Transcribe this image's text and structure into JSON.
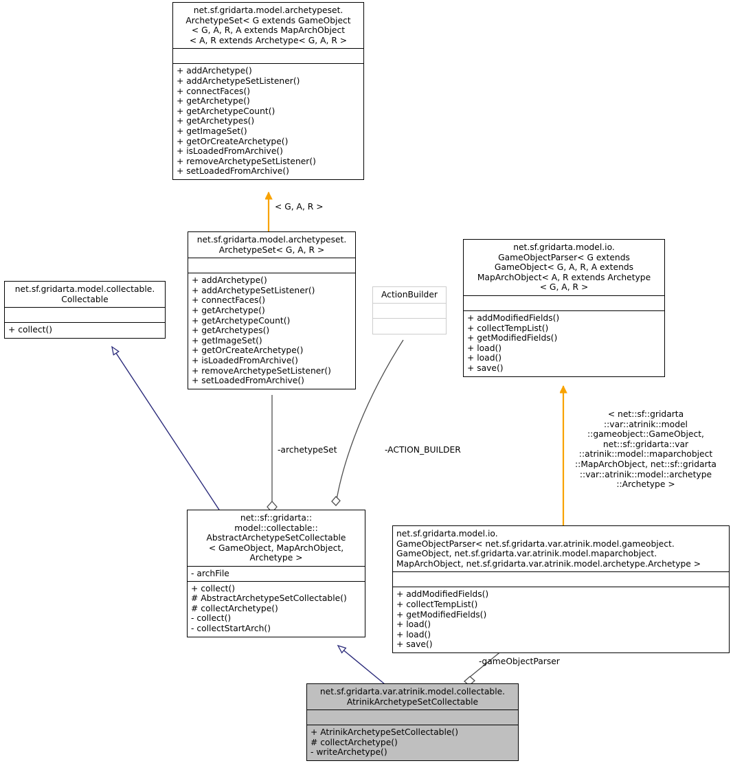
{
  "diagram": {
    "type": "uml-class-diagram",
    "background": "#ffffff",
    "colors": {
      "inheritance_template": "#f8a200",
      "inheritance": "#2a2a7a",
      "association": "#4d4d4d",
      "node_border": "#000000",
      "node_fill": "#ffffff",
      "highlight_fill": "#bfbfbf",
      "light_border": "#cccccc"
    }
  },
  "nodes": {
    "archetypeset_generic": {
      "title": "net.sf.gridarta.model.archetypeset.\nArchetypeSet< G extends GameObject\n< G, A, R, A extends MapArchObject\n < A, R extends Archetype< G, A, R >",
      "attributes": "",
      "operations": "+ addArchetype()\n+ addArchetypeSetListener()\n+ connectFaces()\n+ getArchetype()\n+ getArchetypeCount()\n+ getArchetypes()\n+ getImageSet()\n+ getOrCreateArchetype()\n+ isLoadedFromArchive()\n+ removeArchetypeSetListener()\n+ setLoadedFromArchive()"
    },
    "archetypeset_gar": {
      "title": "net.sf.gridarta.model.archetypeset.\nArchetypeSet< G, A, R >",
      "attributes": "",
      "operations": "+ addArchetype()\n+ addArchetypeSetListener()\n+ connectFaces()\n+ getArchetype()\n+ getArchetypeCount()\n+ getArchetypes()\n+ getImageSet()\n+ getOrCreateArchetype()\n+ isLoadedFromArchive()\n+ removeArchetypeSetListener()\n+ setLoadedFromArchive()"
    },
    "collectable": {
      "title": "net.sf.gridarta.model.collectable.\nCollectable",
      "attributes": "",
      "operations": "+ collect()"
    },
    "action_builder": {
      "title": "ActionBuilder",
      "attributes": "",
      "operations": ""
    },
    "gameobjectparser_generic": {
      "title": "net.sf.gridarta.model.io.\nGameObjectParser< G extends\n GameObject< G, A, R, A extends\n MapArchObject< A, R extends Archetype\n< G, A, R >",
      "attributes": "",
      "operations": "+ addModifiedFields()\n+ collectTempList()\n+ getModifiedFields()\n+ load()\n+ load()\n+ save()"
    },
    "abstract_archetypeset_collectable": {
      "title": "net::sf::gridarta::\nmodel::collectable::\nAbstractArchetypeSetCollectable\n< GameObject, MapArchObject,\nArchetype >",
      "attributes": "- archFile",
      "operations": "+ collect()\n# AbstractArchetypeSetCollectable()\n# collectArchetype()\n- collect()\n- collectStartArch()"
    },
    "gameobjectparser_atrinik": {
      "title": "net.sf.gridarta.model.io.\nGameObjectParser< net.sf.gridarta.var.atrinik.model.gameobject.\nGameObject, net.sf.gridarta.var.atrinik.model.maparchobject.\nMapArchObject, net.sf.gridarta.var.atrinik.model.archetype.Archetype >",
      "attributes": "",
      "operations": "+ addModifiedFields()\n+ collectTempList()\n+ getModifiedFields()\n+ load()\n+ load()\n+ save()"
    },
    "atrinik_archetypeset_collectable": {
      "title": "net.sf.gridarta.var.atrinik.model.collectable.\nAtrinikArchetypeSetCollectable",
      "attributes": "",
      "operations": "+ AtrinikArchetypeSetCollectable()\n# collectArchetype()\n- writeArchetype()"
    }
  },
  "edges": {
    "template_binding_gar": {
      "label": "< G, A, R >",
      "kind": "template-binding",
      "color": "#f8a200"
    },
    "template_binding_parser": {
      "label": "< net::sf::gridarta\n::var::atrinik::model\n::gameobject::GameObject,\n net::sf::gridarta::var\n::atrinik::model::maparchobject\n::MapArchObject, net::sf::gridarta\n::var::atrinik::model::archetype\n::Archetype >",
      "kind": "template-binding",
      "color": "#f8a200"
    },
    "archetype_set_assoc": {
      "label": "-archetypeSet",
      "kind": "aggregation",
      "color": "#4d4d4d"
    },
    "action_builder_assoc": {
      "label": "-ACTION_BUILDER",
      "kind": "aggregation",
      "color": "#4d4d4d"
    },
    "gameobject_parser_assoc": {
      "label": "-gameObjectParser",
      "kind": "aggregation",
      "color": "#4d4d4d"
    },
    "inherit_collectable": {
      "label": "",
      "kind": "inheritance",
      "color": "#2a2a7a"
    },
    "inherit_abstract": {
      "label": "",
      "kind": "inheritance",
      "color": "#2a2a7a"
    }
  }
}
